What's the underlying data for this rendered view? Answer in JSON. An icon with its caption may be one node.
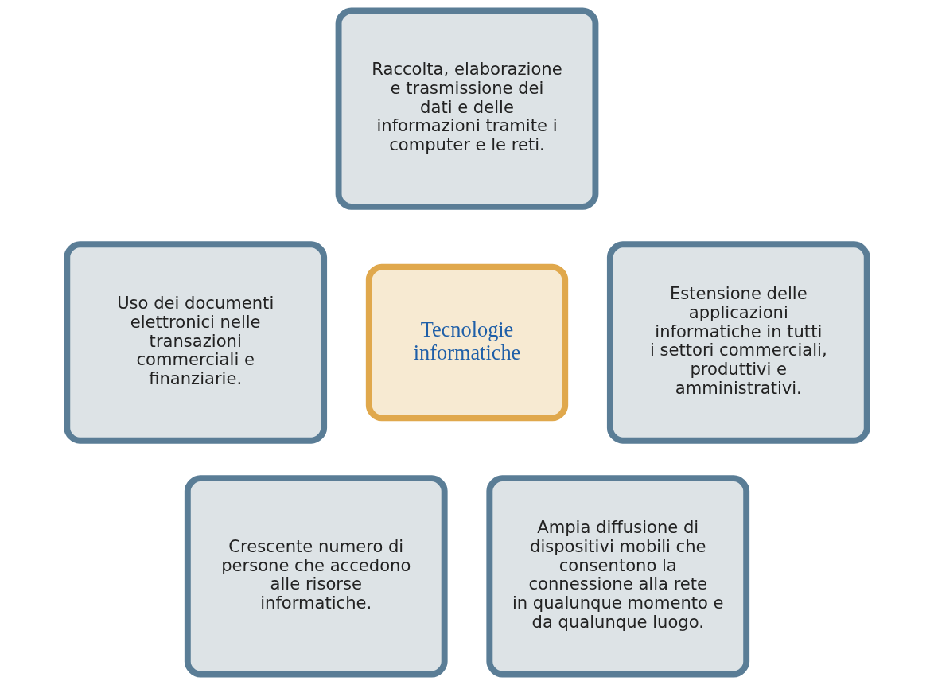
{
  "diagram": {
    "nodes": [
      {
        "text": [
          "Raccolta, elaborazione e trasmissione dei dati e delle informazioni tramite i computer e le reti."
        ]
      },
      {
        "text": [
          "Uso dei documenti elettronici nelle transazioni commerciali e finanziarie."
        ]
      },
      {
        "text": [
          "Tecnologie informatiche"
        ]
      },
      {
        "text": [
          "Estensione delle applicazioni informatiche in tutti i settori commerciali, produttivi e amministrativi."
        ]
      },
      {
        "text": [
          "Crescente numero di persone che accedono alle risorse informatiche."
        ]
      },
      {
        "text": [
          "Ampia diffusione di dispositivi mobili che consentono la connessione alla rete in qualunque momento e da qualunque luogo."
        ]
      }
    ],
    "edges": []
  }
}
